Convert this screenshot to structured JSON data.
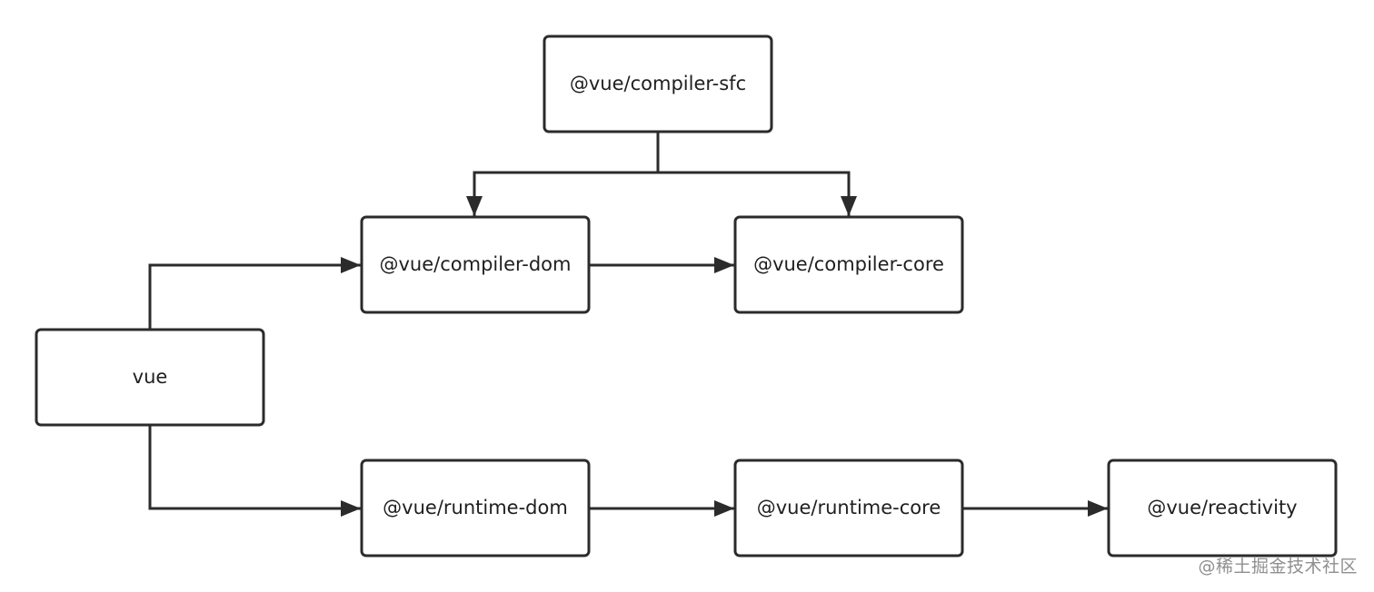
{
  "nodes": {
    "compiler_sfc": "@vue/compiler-sfc",
    "compiler_dom": "@vue/compiler-dom",
    "compiler_core": "@vue/compiler-core",
    "vue": "vue",
    "runtime_dom": "@vue/runtime-dom",
    "runtime_core": "@vue/runtime-core",
    "reactivity": "@vue/reactivity"
  },
  "edges": [
    {
      "from": "compiler_sfc",
      "to": "compiler_dom"
    },
    {
      "from": "compiler_sfc",
      "to": "compiler_core"
    },
    {
      "from": "vue",
      "to": "compiler_dom"
    },
    {
      "from": "compiler_dom",
      "to": "compiler_core"
    },
    {
      "from": "vue",
      "to": "runtime_dom"
    },
    {
      "from": "runtime_dom",
      "to": "runtime_core"
    },
    {
      "from": "runtime_core",
      "to": "reactivity"
    }
  ],
  "colors": {
    "stroke": "#2b2b2b",
    "text": "#1f1f1f",
    "watermark": "#8f8f8f",
    "background": "#ffffff"
  },
  "watermark": "@稀土掘金技术社区"
}
